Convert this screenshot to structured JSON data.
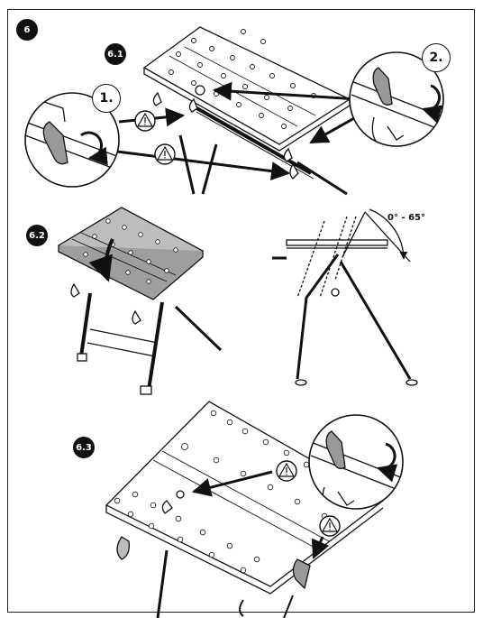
{
  "step": {
    "number": "6"
  },
  "substeps": [
    {
      "label": "6.1"
    },
    {
      "label": "6.2"
    },
    {
      "label": "6.3"
    }
  ],
  "callouts": {
    "first": "1.",
    "second": "2."
  },
  "tilt": {
    "range_label": "0° - 65°"
  },
  "icons": {
    "warning": "warning-triangle-icon",
    "rotate": "rotate-arrow-icon"
  },
  "colors": {
    "line": "#111111",
    "table_top_grey": "#bdbdbd",
    "background": "#ffffff"
  }
}
